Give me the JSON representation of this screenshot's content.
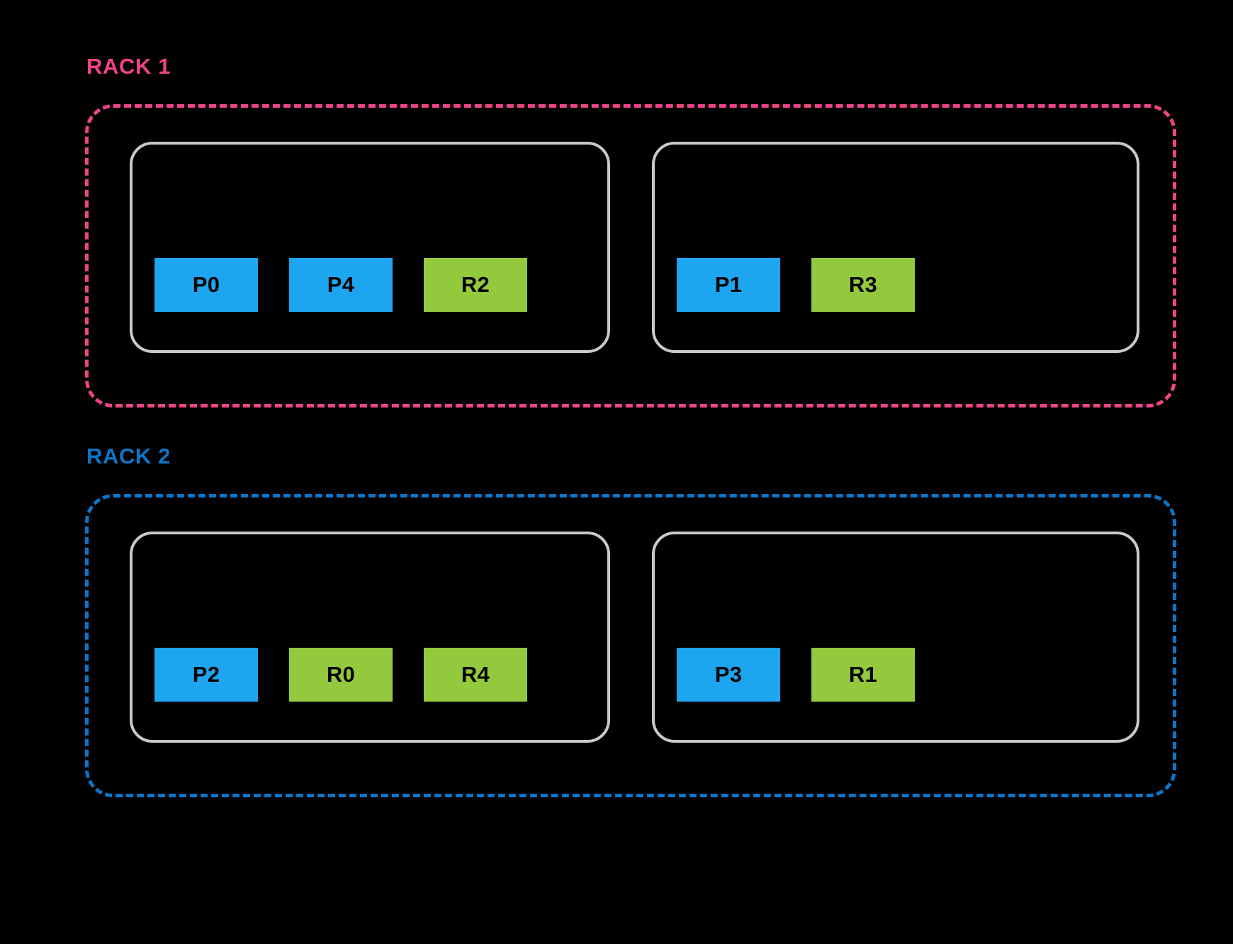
{
  "diagram": {
    "title_colors": {
      "rack1": "#ef4487",
      "rack2": "#0b76c9",
      "node_border": "#c9c9c9",
      "leader": "#1da5f0",
      "replica": "#95c93d",
      "background": "#000000"
    },
    "racks": [
      {
        "label": "RACK 1",
        "accent": "#ef4487",
        "nodes": [
          {
            "chips": [
              {
                "label": "P0",
                "kind": "leader"
              },
              {
                "label": "P4",
                "kind": "leader"
              },
              {
                "label": "R2",
                "kind": "replica"
              }
            ]
          },
          {
            "chips": [
              {
                "label": "P1",
                "kind": "leader"
              },
              {
                "label": "R3",
                "kind": "replica"
              }
            ]
          }
        ]
      },
      {
        "label": "RACK 2",
        "accent": "#0b76c9",
        "nodes": [
          {
            "chips": [
              {
                "label": "P2",
                "kind": "leader"
              },
              {
                "label": "R0",
                "kind": "replica"
              },
              {
                "label": "R4",
                "kind": "replica"
              }
            ]
          },
          {
            "chips": [
              {
                "label": "P3",
                "kind": "leader"
              },
              {
                "label": "R1",
                "kind": "replica"
              }
            ]
          }
        ]
      }
    ]
  }
}
